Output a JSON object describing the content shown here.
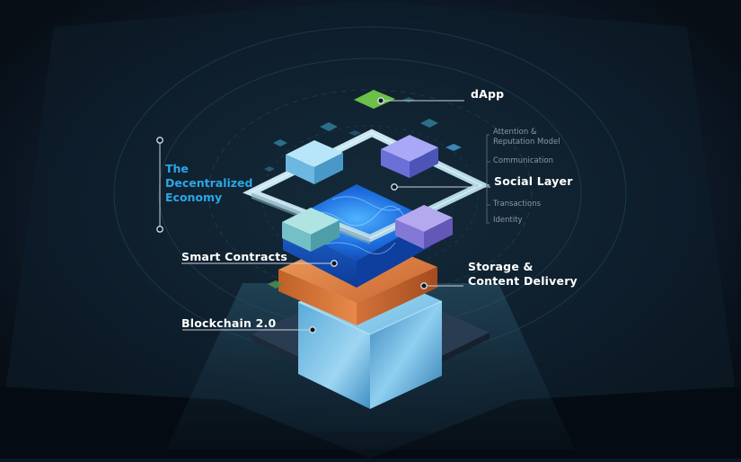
{
  "diagram": {
    "colors": {
      "background": "#0b1622",
      "accent": "#2aa7e6",
      "label": "#ffffff",
      "sublabel": "#8a97a6",
      "dapp_tile": "#6cc04a",
      "storage_layer": "#d9783e",
      "blockchain_layer": "#4fa8d8",
      "smart_contracts_layer": "#1e74d8",
      "node_light_blue": "#7cc6ea",
      "node_violet": "#8a86e6",
      "node_teal": "#78c8cc"
    },
    "layers": {
      "dapp": "dApp",
      "social_layer": "Social Layer",
      "smart_contracts": "Smart Contracts",
      "storage_line1": "Storage &",
      "storage_line2": "Content Delivery",
      "blockchain": "Blockchain 2.0"
    },
    "economy_title": [
      "The",
      "Decentralized",
      "Economy"
    ],
    "social_details": {
      "attention_line1": "Attention &",
      "attention_line2": "Reputation Model",
      "communication": "Communication",
      "transactions": "Transactions",
      "identity": "Identity"
    }
  }
}
